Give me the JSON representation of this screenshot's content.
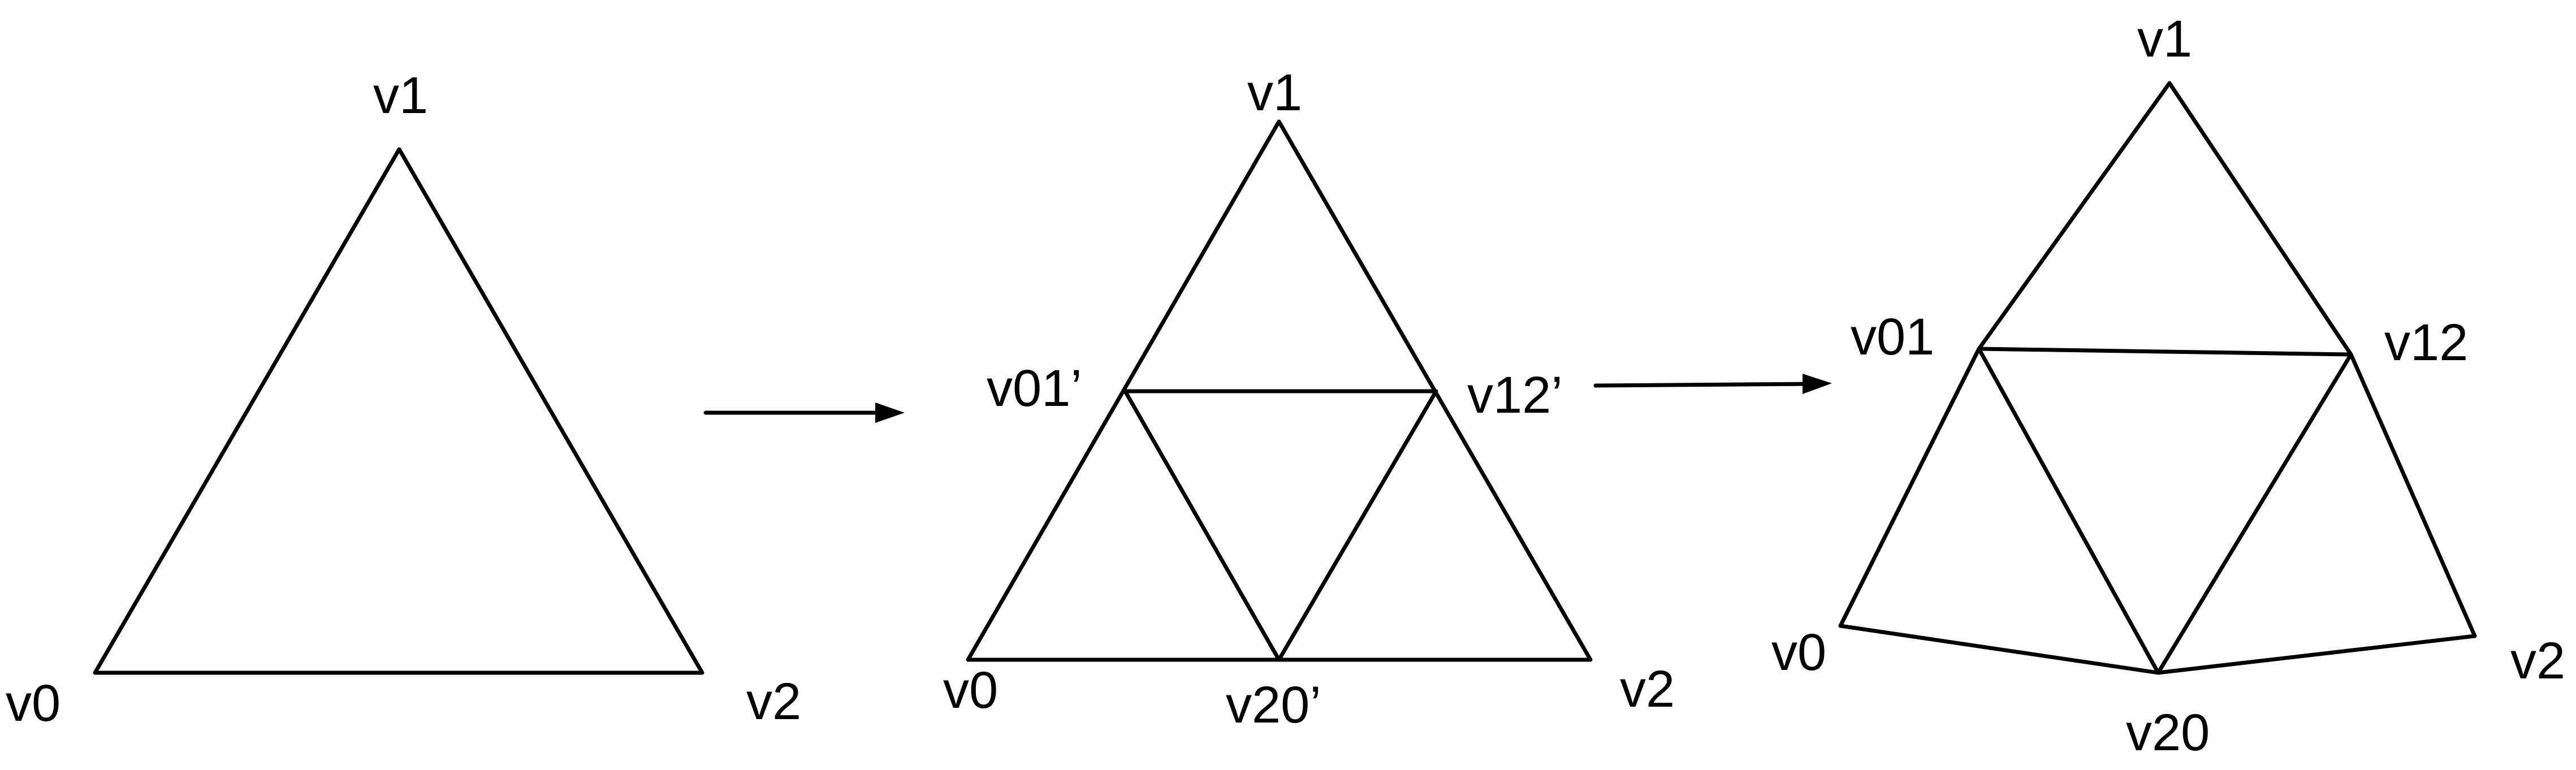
{
  "diagram": {
    "stage1": {
      "labels": {
        "v0": "v0",
        "v1": "v1",
        "v2": "v2"
      }
    },
    "stage2": {
      "labels": {
        "v0": "v0",
        "v1": "v1",
        "v2": "v2",
        "v01": "v01’",
        "v12": "v12’",
        "v20": "v20’"
      }
    },
    "stage3": {
      "labels": {
        "v0": "v0",
        "v1": "v1",
        "v2": "v2",
        "v01": "v01",
        "v12": "v12",
        "v20": "v20"
      }
    }
  }
}
